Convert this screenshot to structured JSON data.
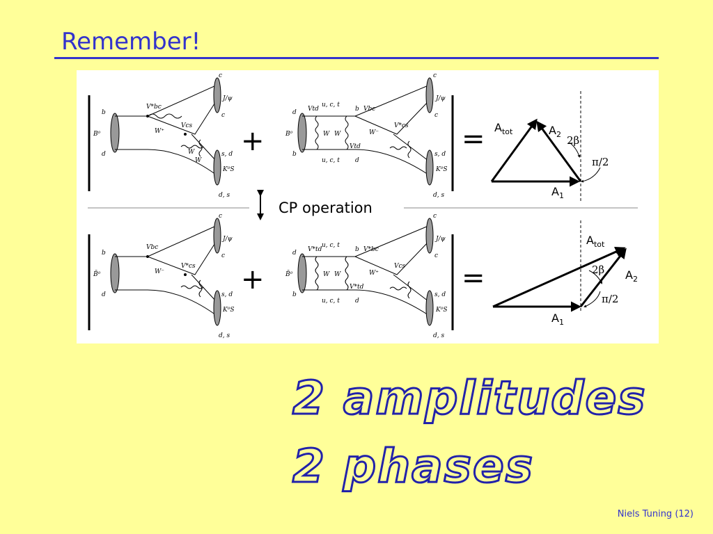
{
  "title": "Remember!",
  "footer": "Niels Tuning (12)",
  "bottom_text": {
    "line1": "2 amplitudes",
    "line2": "2 phases"
  },
  "figure": {
    "cp_label": "CP operation",
    "plus": "+",
    "equals": "=",
    "top_left": {
      "b": "b",
      "d": "d",
      "meson": "B⁰",
      "vertex1": "V*bc",
      "boson": "W⁺",
      "vertex2": "Vcs",
      "w_a": "W",
      "w_b": "W",
      "c_top": "c",
      "jpsi": "J/ψ",
      "c_bot": "c",
      "sd": "s, d",
      "kaon": "K⁰S",
      "ds": "d, s"
    },
    "top_mid": {
      "d": "d",
      "b": "b",
      "meson": "B⁰",
      "vtd_top": "Vtd",
      "uct_top": "u, c, t",
      "w1": "W",
      "w2": "W",
      "b2": "b",
      "vertex1": "Vbc",
      "boson": "W⁻",
      "vertex2": "V*cs",
      "vtd_bot": "Vtd",
      "uct_bot": "u, c, t",
      "d2": "d",
      "c_top": "c",
      "jpsi": "J/ψ",
      "c_bot": "c",
      "sd": "s, d",
      "kaon": "K⁰S",
      "ds": "d, s"
    },
    "bot_left": {
      "b": "b",
      "d": "d",
      "meson": "B̄⁰",
      "vertex1": "Vbc",
      "boson": "W⁻",
      "vertex2": "V*cs",
      "c_top": "c",
      "jpsi": "J/ψ",
      "c_bot": "c",
      "sd": "s, d",
      "kaon": "K⁰S",
      "ds": "d, s"
    },
    "bot_mid": {
      "d": "d",
      "b": "b",
      "meson": "B̄⁰",
      "vtd_top": "V*td",
      "uct_top": "u, c, t",
      "w1": "W",
      "w2": "W",
      "b2": "b",
      "vertex1": "V*bc",
      "boson": "W⁺",
      "vertex2": "Vcs",
      "vtd_bot": "V*td",
      "uct_bot": "u, c, t",
      "d2": "d",
      "c_top": "c",
      "jpsi": "J/ψ",
      "c_bot": "c",
      "sd": "s, d",
      "kaon": "K⁰S",
      "ds": "d, s"
    },
    "triangle_top": {
      "atot": "A",
      "atot_sub": "tot",
      "a2": "A",
      "a2_sub": "2",
      "a1": "A",
      "a1_sub": "1",
      "angle1": "2β",
      "angle2": "π/2"
    },
    "triangle_bot": {
      "atot": "A",
      "atot_sub": "tot",
      "a2": "A",
      "a2_sub": "2",
      "a1": "A",
      "a1_sub": "1",
      "angle1": "2β",
      "angle2": "π/2"
    }
  }
}
